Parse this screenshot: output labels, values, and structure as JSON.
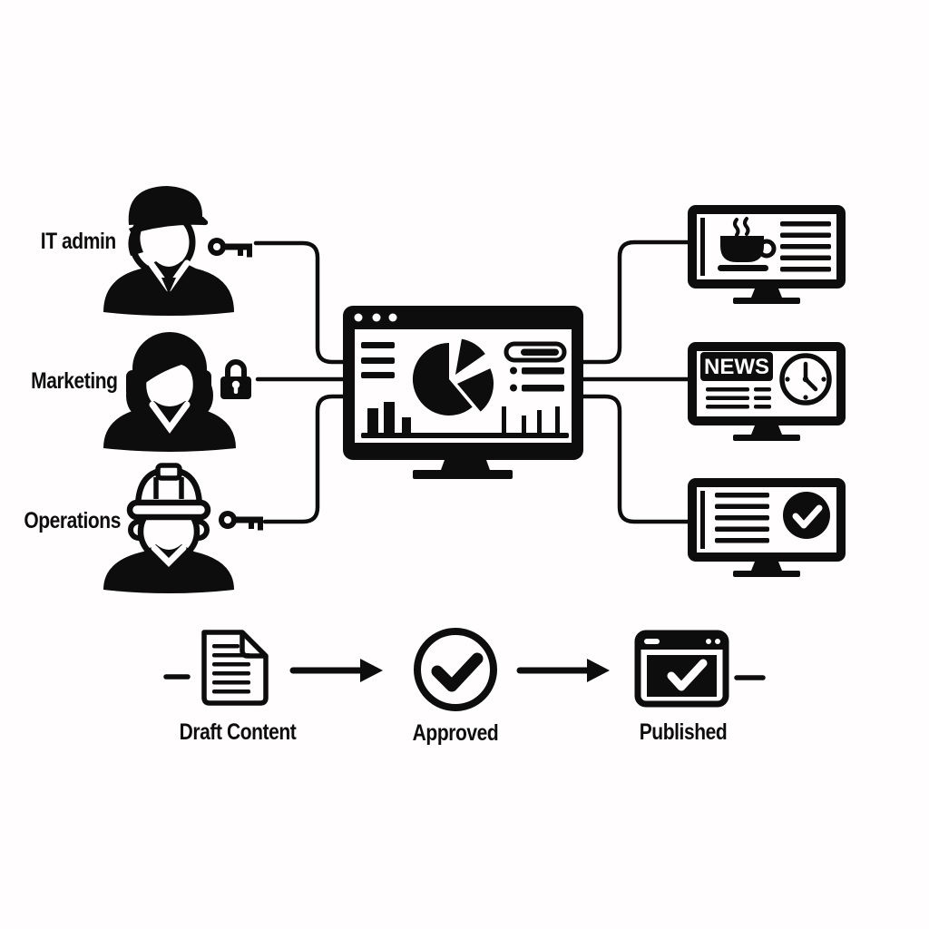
{
  "colors": {
    "background": "#fffdfe",
    "ink": "#0d0d0d"
  },
  "roles": [
    {
      "label": "IT admin",
      "person_icon": "capped-technician-user-icon",
      "credential_icon": "key-icon"
    },
    {
      "label": "Marketing",
      "person_icon": "headset-agent-user-icon",
      "credential_icon": "lock-icon"
    },
    {
      "label": "Operations",
      "person_icon": "hardhat-worker-user-icon",
      "credential_icon": "key-icon"
    }
  ],
  "hub": {
    "icon": "analytics-dashboard-monitor-icon"
  },
  "screens": [
    {
      "icon": "coffee-article-screen-icon"
    },
    {
      "icon": "news-clock-screen-icon",
      "badge": "NEWS"
    },
    {
      "icon": "approved-list-screen-icon"
    }
  ],
  "workflow": {
    "steps": [
      {
        "label": "Draft Content",
        "icon": "document-icon"
      },
      {
        "label": "Approved",
        "icon": "check-circle-icon"
      },
      {
        "label": "Published",
        "icon": "browser-check-icon"
      }
    ]
  }
}
